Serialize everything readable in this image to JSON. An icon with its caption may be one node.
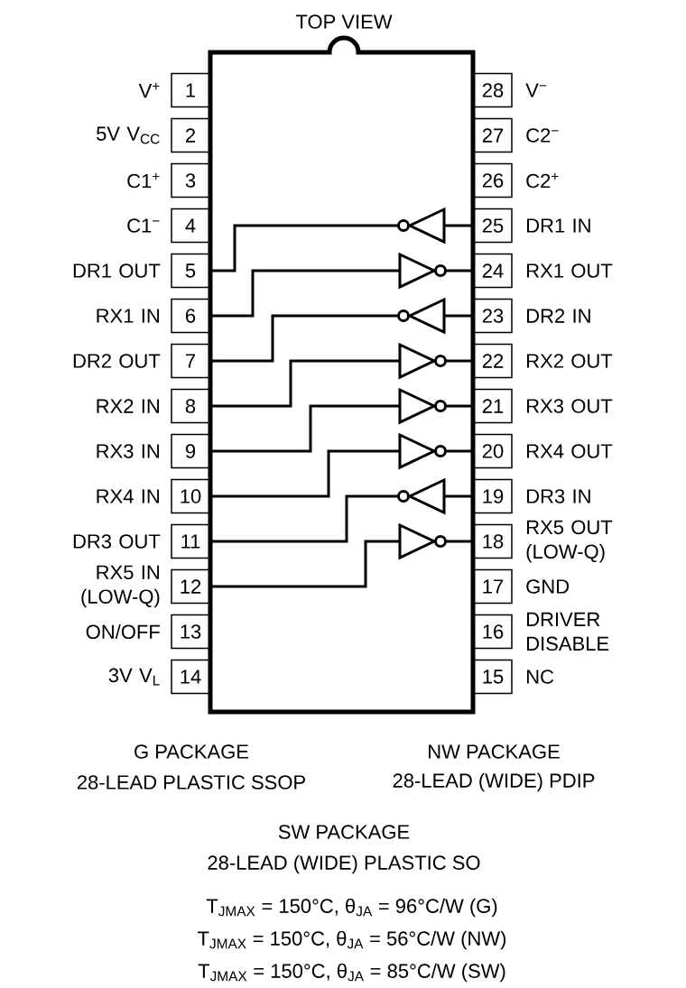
{
  "diagram": {
    "title": "TOP VIEW",
    "nodes": [
      {
        "text": [],
        "shape": "box"
      },
      {
        "text": [
          "1"
        ],
        "beside": [
          "V$^{+}$"
        ]
      },
      {
        "text": [
          "2"
        ],
        "beside": [
          "5V V$_{CC}$"
        ]
      },
      {
        "text": [
          "3"
        ],
        "beside": [
          "C1$^{+}$"
        ]
      },
      {
        "text": [
          "4"
        ],
        "beside": [
          "C1$^{−}$"
        ]
      },
      {
        "text": [
          "5"
        ],
        "beside": [
          "DR1 OUT"
        ]
      },
      {
        "text": [
          "6"
        ],
        "beside": [
          "RX1 IN"
        ]
      },
      {
        "text": [
          "7"
        ],
        "beside": [
          "DR2 OUT"
        ]
      },
      {
        "text": [
          "8"
        ],
        "beside": [
          "RX2 IN"
        ]
      },
      {
        "text": [
          "9"
        ],
        "beside": [
          "RX3 IN"
        ]
      },
      {
        "text": [
          "10"
        ],
        "beside": [
          "RX4 IN"
        ]
      },
      {
        "text": [
          "11"
        ],
        "beside": [
          "DR3 OUT"
        ]
      },
      {
        "text": [
          "12"
        ],
        "beside": [
          "RX5 IN (LOW-Q)"
        ]
      },
      {
        "text": [
          "13"
        ],
        "beside": [
          "ON/OFF"
        ]
      },
      {
        "text": [
          "14"
        ],
        "beside": [
          "3V V$_{L}$"
        ]
      },
      {
        "text": [
          "15"
        ],
        "beside": [
          "NC"
        ]
      },
      {
        "text": [
          "16"
        ],
        "beside": [
          "DRIVER DISABLE"
        ]
      },
      {
        "text": [
          "17"
        ],
        "beside": [
          "GND"
        ]
      },
      {
        "text": [
          "18"
        ],
        "beside": [
          "RX5 OUT (LOW-Q)"
        ]
      },
      {
        "text": [
          "19"
        ],
        "beside": [
          "DR3 IN"
        ]
      },
      {
        "text": [
          "20"
        ],
        "beside": [
          "RX4 OUT"
        ]
      },
      {
        "text": [
          "21"
        ],
        "beside": [
          "RX3 OUT"
        ]
      },
      {
        "text": [
          "22"
        ],
        "beside": [
          "RX2 OUT"
        ]
      },
      {
        "text": [
          "23"
        ],
        "beside": [
          "DR2 IN"
        ]
      },
      {
        "text": [
          "24"
        ],
        "beside": [
          "RX1 OUT"
        ]
      },
      {
        "text": [
          "25"
        ],
        "beside": [
          "DR1 IN"
        ]
      },
      {
        "text": [
          "26"
        ],
        "beside": [
          "C2$^{+}$"
        ]
      },
      {
        "text": [
          "27"
        ],
        "beside": [
          "C2$^{−}$"
        ]
      },
      {
        "text": [
          "28"
        ],
        "beside": [
          "V$^{−}$"
        ]
      },
      {
        "text": [],
        "shape": "triangle",
        "in": 0
      },
      {
        "text": [],
        "shape": "triangle",
        "in": 0
      },
      {
        "text": [],
        "shape": "triangle",
        "in": 0
      },
      {
        "text": [],
        "shape": "triangle",
        "in": 0
      },
      {
        "text": [],
        "shape": "triangle",
        "in": 0
      },
      {
        "text": [],
        "shape": "triangle",
        "in": 0
      },
      {
        "text": [],
        "shape": "triangle",
        "in": 0
      },
      {
        "text": [],
        "shape": "triangle",
        "in": 0
      }
    ],
    "edges": [
      {
        "from": 25,
        "to": 29,
        "arrow": "none"
      },
      {
        "from": 29,
        "to": 5,
        "arrow": "none"
      },
      {
        "from": 6,
        "to": 30,
        "arrow": "none"
      },
      {
        "from": 30,
        "to": 24,
        "arrow": "none"
      },
      {
        "from": 23,
        "to": 31,
        "arrow": "none"
      },
      {
        "from": 31,
        "to": 7,
        "arrow": "none"
      },
      {
        "from": 8,
        "to": 32,
        "arrow": "none"
      },
      {
        "from": 32,
        "to": 22,
        "arrow": "none"
      },
      {
        "from": 9,
        "to": 33,
        "arrow": "none"
      },
      {
        "from": 33,
        "to": 21,
        "arrow": "none"
      },
      {
        "from": 10,
        "to": 34,
        "arrow": "none"
      },
      {
        "from": 34,
        "to": 20,
        "arrow": "none"
      },
      {
        "from": 19,
        "to": 35,
        "arrow": "none"
      },
      {
        "from": 35,
        "to": 11,
        "arrow": "none"
      },
      {
        "from": 12,
        "to": 36,
        "arrow": "none"
      },
      {
        "from": 36,
        "to": 18,
        "arrow": "none"
      }
    ],
    "labels": [
      "G PACKAGE",
      "28-LEAD PLASTIC SSOP",
      "NW PACKAGE",
      "28-LEAD (WIDE) PDIP",
      "SW PACKAGE",
      "28-LEAD (WIDE) PLASTIC SO",
      "T$_{JMAX}$ = 150°C, θ$_{JA}$ = 96°C/W (G)",
      "T$_{JMAX}$ = 150°C, θ$_{JA}$ = 56°C/W (NW)",
      "T$_{JMAX}$ = 150°C, θ$_{JA}$ = 85°C/W (SW)"
    ]
  }
}
